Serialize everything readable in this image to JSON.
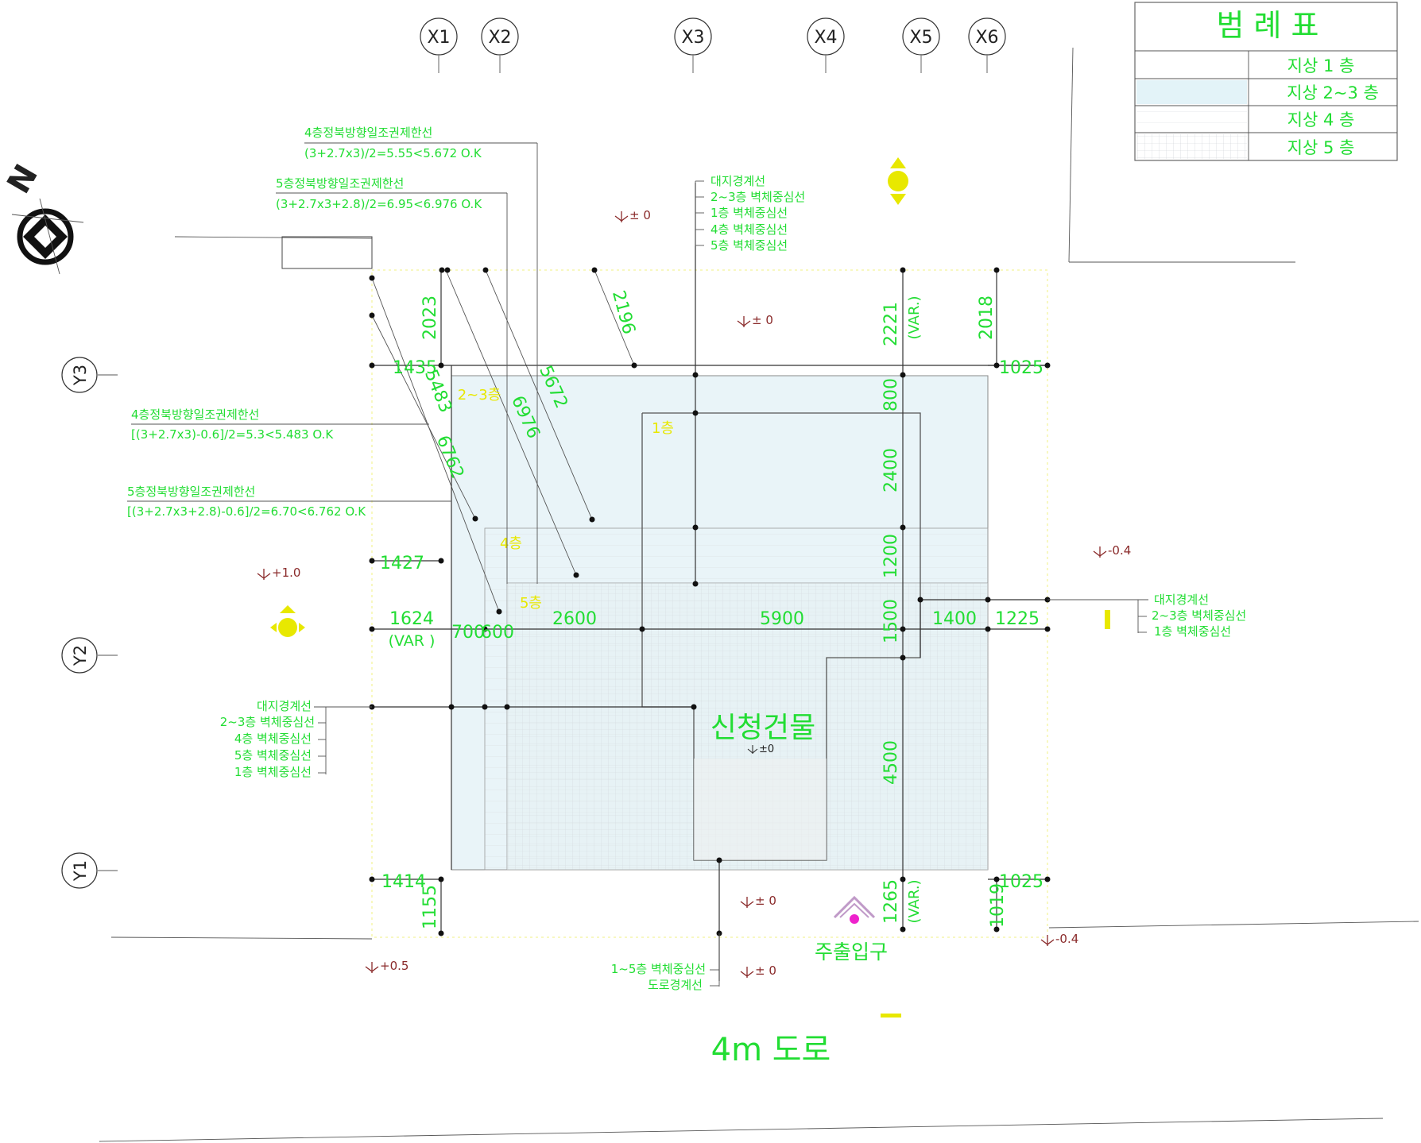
{
  "grid": {
    "x_labels": [
      "X1",
      "X2",
      "X3",
      "X4",
      "X5",
      "X6"
    ],
    "y_labels": [
      "Y3",
      "Y2",
      "Y1"
    ]
  },
  "legend": {
    "title": "범 례 표",
    "rows": [
      "지상 1 층",
      "지상 2~3 층",
      "지상 4 층",
      "지상 5 층"
    ]
  },
  "building_label": "신청건물",
  "entrance_label": "주출입구",
  "road_label": "4m 도로",
  "floor_tags": {
    "f23": "2~3층",
    "f1": "1층",
    "f4": "4층",
    "f5": "5층"
  },
  "notes": {
    "n4_top_title": "4층정북방향일조권제한선",
    "n4_top_formula": "(3+2.7x3)/2=5.55<5.672 O.K",
    "n5_top_title": "5층정북방향일조권제한선",
    "n5_top_formula": "(3+2.7x3+2.8)/2=6.95<6.976 O.K",
    "n4_left_title": "4층정북방향일조권제한선",
    "n4_left_formula": "[(3+2.7x3)-0.6]/2=5.3<5.483 O.K",
    "n5_left_title": "5층정북방향일조권제한선",
    "n5_left_formula": "[(3+2.7x3+2.8)-0.6]/2=6.70<6.762 O.K",
    "callout_top": [
      "대지경계선",
      "2~3층 벽체중심선",
      "1층 벽체중심선",
      "4층 벽체중심선",
      "5층 벽체중심선"
    ],
    "callout_left": [
      "대지경계선",
      "2~3층 벽체중심선",
      "4층 벽체중심선",
      "5층 벽체중심선",
      "1층 벽체중심선"
    ],
    "callout_right": [
      "대지경계선",
      "2~3층 벽체중심선",
      "1층 벽체중심선"
    ],
    "callout_bottom": [
      "1~5층 벽체중심선",
      "도로경계선"
    ]
  },
  "dimensions": {
    "d2023": "2023",
    "d2196": "2196",
    "d2221": "2221",
    "var_paren": "(VAR.)",
    "d2018": "2018",
    "d1435": "1435",
    "d1025a": "1025",
    "d5483": "5483",
    "d6976": "6976",
    "d5672": "5672",
    "d6762": "6762",
    "d800": "800",
    "d2400": "2400",
    "d1200": "1200",
    "d1500": "1500",
    "d4500": "4500",
    "d1427": "1427",
    "d1624": "1624",
    "var_plain": "(VAR )",
    "d700": "700",
    "d600": "600",
    "d2600": "2600",
    "d5900": "5900",
    "d1400": "1400",
    "d1225": "1225",
    "d1414": "1414",
    "d1155": "1155",
    "d1265": "1265",
    "d1025b": "1025",
    "d1019": "1019"
  },
  "levels": {
    "l1": "± 0",
    "l2": "± 0",
    "l3": "-0.4",
    "l4": "+1.0",
    "l5": "±0",
    "l6": "± 0",
    "l7": "-0.4",
    "l8": "+0.5",
    "l9": "± 0"
  },
  "north_label": "N",
  "colors": {
    "dim_green": "#22dd33",
    "level_red": "#8a2a2a",
    "tag_yellow": "#e8e800",
    "entrance_magenta": "#ee22cc"
  }
}
